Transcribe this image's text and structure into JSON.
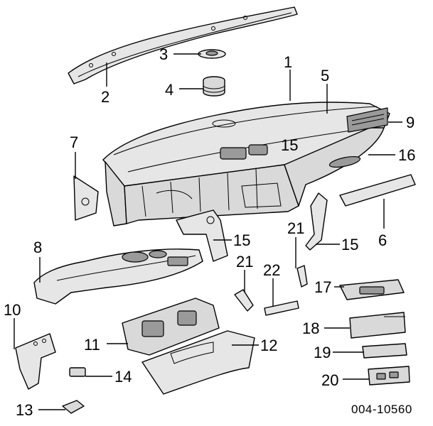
{
  "diagram": {
    "reference_code": "004-10560",
    "callouts": [
      "1",
      "2",
      "3",
      "4",
      "5",
      "6",
      "7",
      "8",
      "9",
      "10",
      "11",
      "12",
      "13",
      "14",
      "15",
      "15",
      "15",
      "16",
      "17",
      "18",
      "19",
      "20",
      "21",
      "21",
      "22"
    ]
  }
}
